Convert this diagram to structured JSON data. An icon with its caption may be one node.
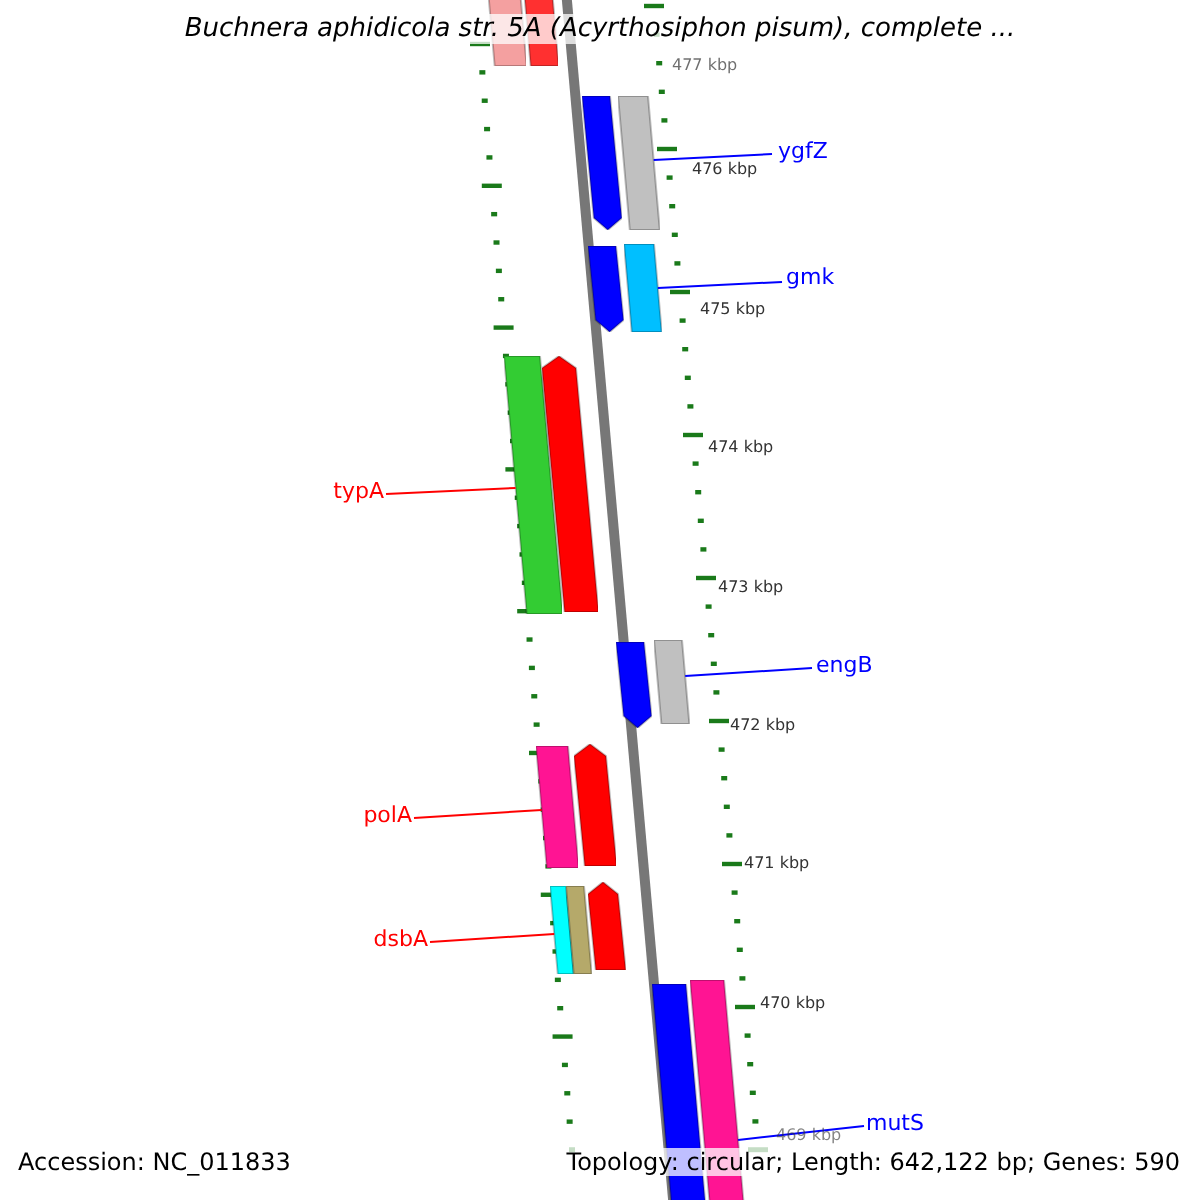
{
  "diagram": {
    "title": "Buchnera aphidicola str. 5A (Acyrthosiphon pisum), complete ...",
    "nodes": [
      {
        "text": [],
        "shape": "bar"
      },
      {
        "text": [],
        "shape": "bar"
      },
      {
        "text": [
          "ygfZ"
        ]
      },
      {
        "text": [],
        "shape": "bar"
      },
      {
        "text": [],
        "shape": "bar"
      },
      {
        "text": [
          "gmk"
        ]
      },
      {
        "text": [],
        "shape": "bar"
      },
      {
        "text": [],
        "shape": "bar"
      },
      {
        "text": [
          "typA"
        ]
      },
      {
        "text": [],
        "shape": "bar"
      },
      {
        "text": [],
        "shape": "bar"
      },
      {
        "text": [
          "engB"
        ]
      },
      {
        "text": [],
        "shape": "bar"
      },
      {
        "text": [],
        "shape": "bar"
      },
      {
        "text": [
          "polA"
        ]
      },
      {
        "text": [],
        "shape": "bar"
      },
      {
        "text": [],
        "shape": "bar"
      },
      {
        "text": [
          "dsbA"
        ]
      },
      {
        "text": [],
        "shape": "bar"
      },
      {
        "text": [],
        "shape": "bar"
      },
      {
        "text": [],
        "shape": "bar"
      },
      {
        "text": [
          "mutS"
        ]
      },
      {
        "text": [],
        "shape": "bar"
      },
      {
        "text": [],
        "shape": "bar"
      }
    ],
    "edges": [
      {
        "from": 2,
        "to": 4,
        "arrow": "none"
      },
      {
        "from": 5,
        "to": 7,
        "arrow": "none"
      },
      {
        "from": 8,
        "to": 9,
        "arrow": "none",
        "color": "#ff0000"
      },
      {
        "from": 11,
        "to": 13,
        "arrow": "none"
      },
      {
        "from": 14,
        "to": 15,
        "arrow": "none",
        "color": "#ff0000"
      },
      {
        "from": 17,
        "to": 18,
        "arrow": "none",
        "color": "#ff0000"
      },
      {
        "from": 21,
        "to": 23,
        "arrow": "none"
      }
    ],
    "labels": [
      "477 kbp",
      "476 kbp",
      "475 kbp",
      "474 kbp",
      "473 kbp",
      "472 kbp",
      "471 kbp",
      "470 kbp",
      "469 kbp",
      "Accession: NC_011833",
      "Topology: circular; Length: 642,122 bp; Genes: 590"
    ]
  }
}
